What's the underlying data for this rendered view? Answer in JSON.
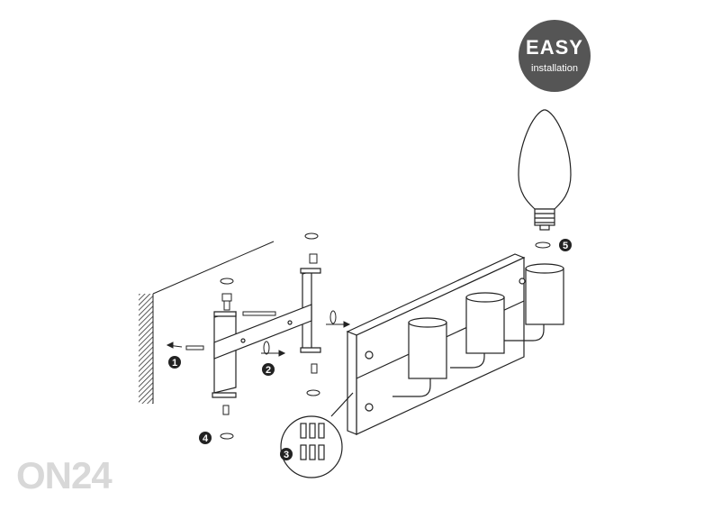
{
  "badge": {
    "title": "EASY",
    "subtitle": "installation"
  },
  "watermark": "ON24",
  "steps": [
    "1",
    "2",
    "3",
    "4",
    "5"
  ],
  "colors": {
    "badge": "#555555",
    "line": "#222222",
    "watermark": "#d8d8d8"
  }
}
